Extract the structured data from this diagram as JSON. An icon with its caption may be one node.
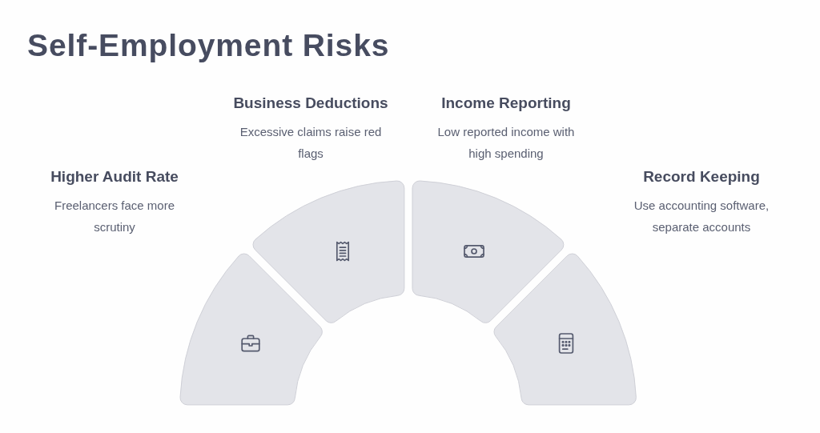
{
  "diagram": {
    "title": "Self-Employment Risks",
    "nodes": [
      {
        "text": [],
        "shape": "arc",
        "beside": [
          "Higher Audit Rate",
          "Freelancers face more scrutiny"
        ]
      },
      {
        "text": [],
        "shape": "arc",
        "beside": [
          "Business Deductions",
          "Excessive claims raise red flags"
        ]
      },
      {
        "text": [],
        "shape": "arc",
        "beside": [
          "Income Reporting",
          "Low reported income with high spending"
        ]
      },
      {
        "text": [],
        "shape": "arc",
        "beside": [
          "Record Keeping",
          "Use accounting software, separate accounts"
        ]
      }
    ],
    "edges": []
  }
}
